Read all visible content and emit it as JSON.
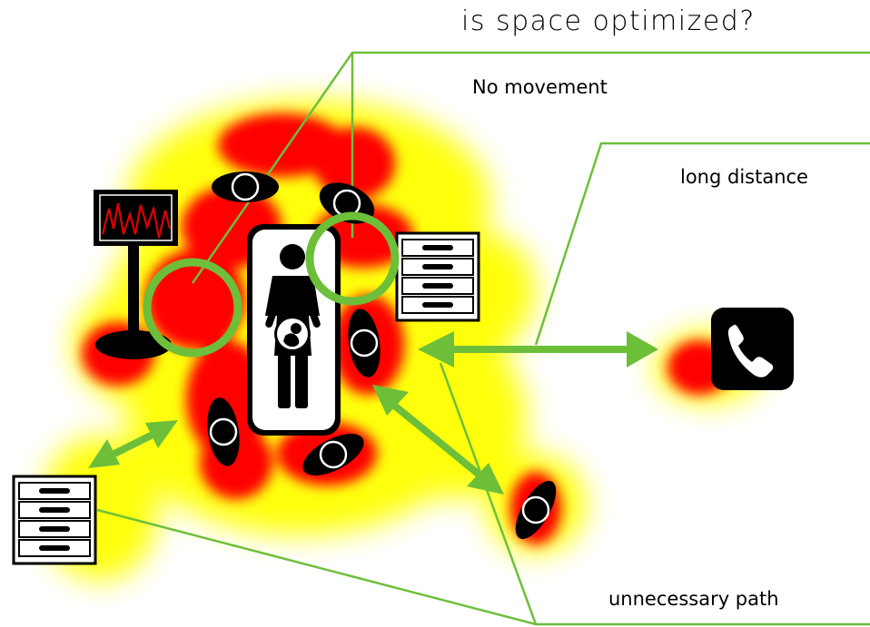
{
  "title": "is space optimized?",
  "callouts": {
    "no_movement": "No movement",
    "long_distance": "long distance",
    "unnecessary_path": "unnecessary path"
  },
  "icons": [
    "heatmap",
    "patient-monitor-icon",
    "bed-icon",
    "pregnant-patient-icon",
    "drawer-cabinet-icon",
    "phone-icon",
    "staff-position-icon",
    "double-arrow-icon"
  ],
  "colors": {
    "accent_green": "#6dbf3a",
    "heat_red": "#ff0000",
    "heat_yellow": "#ffff00",
    "icon_black": "#000000",
    "monitor_wave": "#e00000"
  }
}
